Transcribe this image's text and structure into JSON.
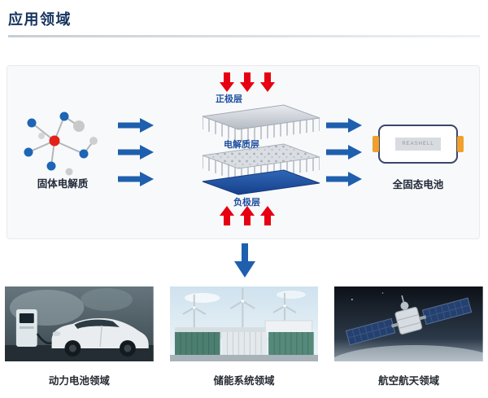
{
  "page": {
    "title": "应用领域"
  },
  "diagram": {
    "molecule_label": "固体电解质",
    "stack": {
      "positive_label": "正极层",
      "electrolyte_label": "电解质层",
      "negative_label": "负极层"
    },
    "battery": {
      "brand": "REASHELL",
      "label": "全固态电池"
    }
  },
  "applications": [
    {
      "label": "动力电池领域"
    },
    {
      "label": "储能系统领域"
    },
    {
      "label": "航空航天领域"
    }
  ],
  "colors": {
    "accent_blue": "#1e5fae",
    "arrow_red": "#e60012",
    "title_navy": "#16335f",
    "battery_tab_orange": "#f0a02b",
    "negative_layer_blue": "#17408a"
  }
}
